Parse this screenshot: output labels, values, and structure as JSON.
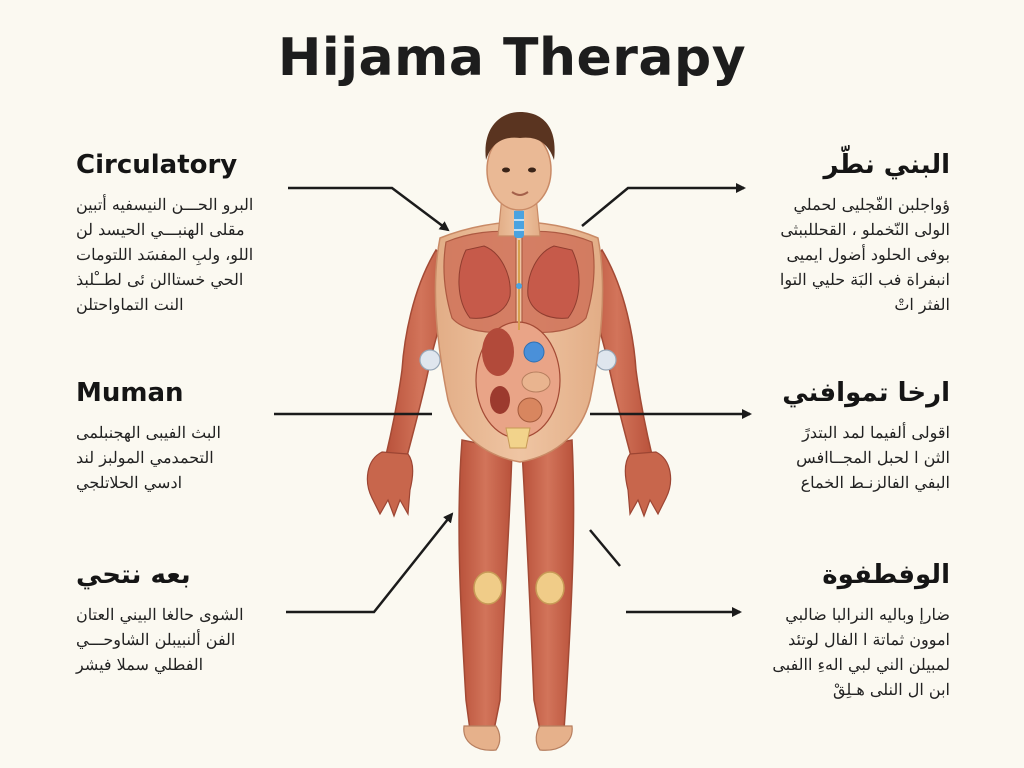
{
  "title": "Hijama Therapy",
  "panels": {
    "left_top": {
      "heading": "Circulatory",
      "lines": [
        "البرو الحـــن النيسفيه أتبين",
        "مقلى الهنبـــي الحيسد لن",
        "اللو، ولبِ المفسَد اللتومات",
        "الحي خستاالن ئى لطــْلبذ",
        "النت التماواحتلن"
      ]
    },
    "left_middle": {
      "heading": "Muman",
      "lines": [
        "البث الفيبى الهجنبلمى",
        "التحمدمي المولبز لند",
        "ادسي الحلاتلجي"
      ]
    },
    "left_bottom": {
      "heading": "بعه نتحي",
      "lines": [
        "الشوى حالغا البيني العتان",
        "الفن ألنبيبلن الشاوحـــي",
        "الفطلي سملا فيشر"
      ]
    },
    "right_top": {
      "heading": "البني نطّر",
      "lines": [
        "ؤواجلبن الفّجليى لحملي",
        "الولى النّخملو ، القحللببثى",
        "بوفى الحلود أضول ايميى",
        "انبفراة فب البَة حليي التوا",
        "الفثر اتْ"
      ]
    },
    "right_middle": {
      "heading": "ارخا تموافني",
      "lines": [
        "اقولى ألفيما لمد البتدرً",
        "الثن ا لحبل المجــاافس",
        "البفي الفالزنـط الخماع"
      ]
    },
    "right_bottom": {
      "heading": "الوفطفوة",
      "lines": [
        "ضارإ وباليه النرالبا ضالبي",
        "اموون ثماتة ا الفال لوتئد",
        "لمبيلن الني لبي الهءِ االفبى",
        "ابن ال النلى هـلِقْ"
      ]
    }
  },
  "colors": {
    "background": "#fbf9f1",
    "skin": "#e8b893",
    "muscle": "#c65f45",
    "arrow": "#1b1b1b",
    "spine_accent": "#4aa3e0"
  }
}
